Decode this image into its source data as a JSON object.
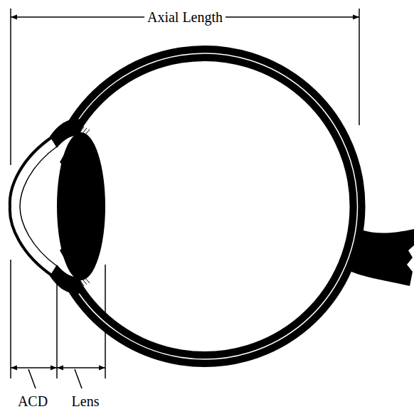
{
  "diagram": {
    "labels": [
      "Axial Length",
      "ACD",
      "Lens"
    ]
  }
}
